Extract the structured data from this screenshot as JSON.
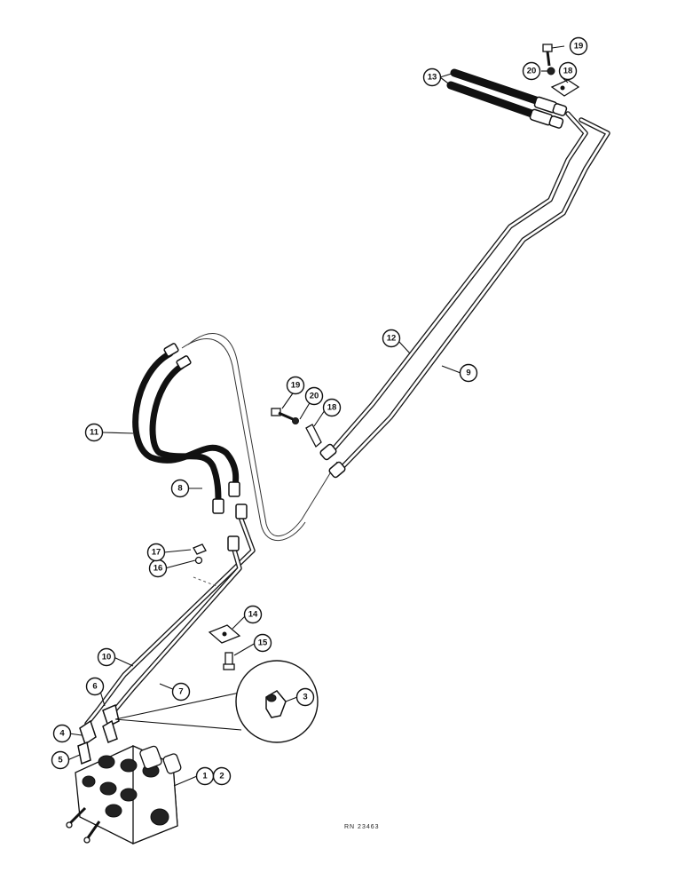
{
  "diagram": {
    "reference_number": "RN 23463",
    "callouts": [
      {
        "id": "c1",
        "label": "1"
      },
      {
        "id": "c2",
        "label": "2"
      },
      {
        "id": "c3",
        "label": "3"
      },
      {
        "id": "c4",
        "label": "4"
      },
      {
        "id": "c5",
        "label": "5"
      },
      {
        "id": "c6",
        "label": "6"
      },
      {
        "id": "c7",
        "label": "7"
      },
      {
        "id": "c8",
        "label": "8"
      },
      {
        "id": "c9",
        "label": "9"
      },
      {
        "id": "c10",
        "label": "10"
      },
      {
        "id": "c11",
        "label": "11"
      },
      {
        "id": "c12",
        "label": "12"
      },
      {
        "id": "c13",
        "label": "13"
      },
      {
        "id": "c14",
        "label": "14"
      },
      {
        "id": "c15",
        "label": "15"
      },
      {
        "id": "c16",
        "label": "16"
      },
      {
        "id": "c17",
        "label": "17"
      },
      {
        "id": "c18a",
        "label": "18"
      },
      {
        "id": "c18b",
        "label": "18"
      },
      {
        "id": "c19a",
        "label": "19"
      },
      {
        "id": "c19b",
        "label": "19"
      },
      {
        "id": "c20a",
        "label": "20"
      },
      {
        "id": "c20b",
        "label": "20"
      }
    ]
  }
}
